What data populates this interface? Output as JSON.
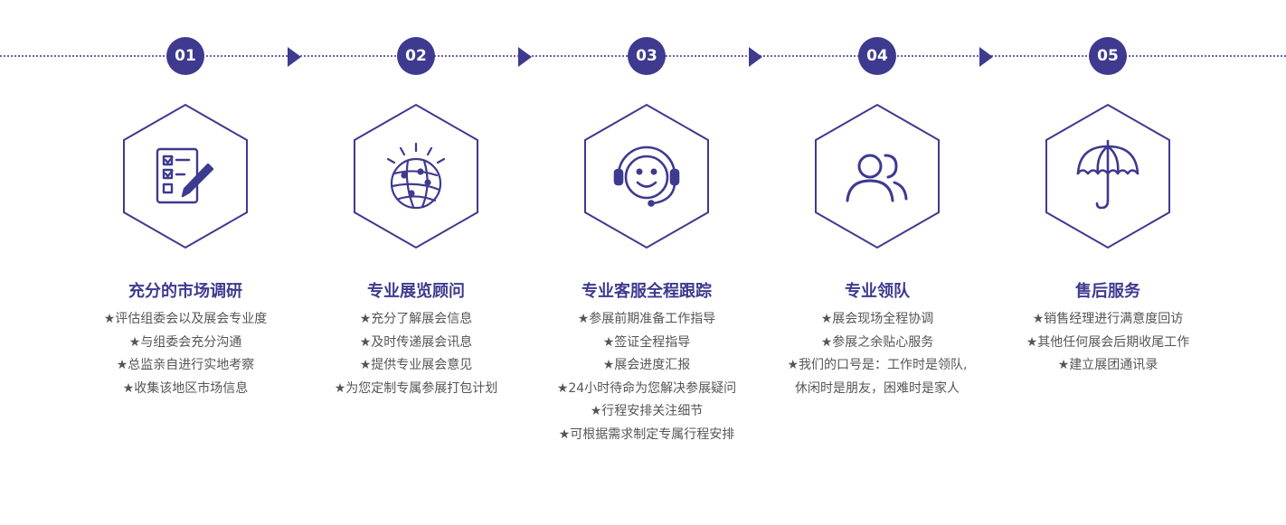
{
  "steps": [
    {
      "number": "01",
      "icon": "checklist-pencil-icon",
      "title": "充分的市场调研",
      "items": [
        "★评估组委会以及展会专业度",
        "★与组委会充分沟通",
        "★总监亲自进行实地考察",
        "★收集该地区市场信息"
      ]
    },
    {
      "number": "02",
      "icon": "globe-network-icon",
      "title": "专业展览顾问",
      "items": [
        "★充分了解展会信息",
        "★及时传递展会讯息",
        "★提供专业展会意见",
        "★为您定制专属参展打包计划"
      ]
    },
    {
      "number": "03",
      "icon": "smiley-headset-icon",
      "title": "专业客服全程跟踪",
      "items": [
        "★参展前期准备工作指导",
        "★签证全程指导",
        "★展会进度汇报",
        "★24小时待命为您解决参展疑问",
        "★行程安排关注细节",
        "★可根据需求制定专属行程安排"
      ]
    },
    {
      "number": "04",
      "icon": "team-users-icon",
      "title": "专业领队",
      "items": [
        "★展会现场全程协调",
        "★参展之余贴心服务",
        "★我们的口号是：工作时是领队,",
        "休闲时是朋友，困难时是家人"
      ]
    },
    {
      "number": "05",
      "icon": "umbrella-icon",
      "title": "售后服务",
      "items": [
        "★销售经理进行满意度回访",
        "★其他任何展会后期收尾工作",
        "★建立展团通讯录"
      ]
    }
  ],
  "colors": {
    "accent": "#3e3a8f",
    "text": "#555555",
    "line": "#6b63a8"
  }
}
